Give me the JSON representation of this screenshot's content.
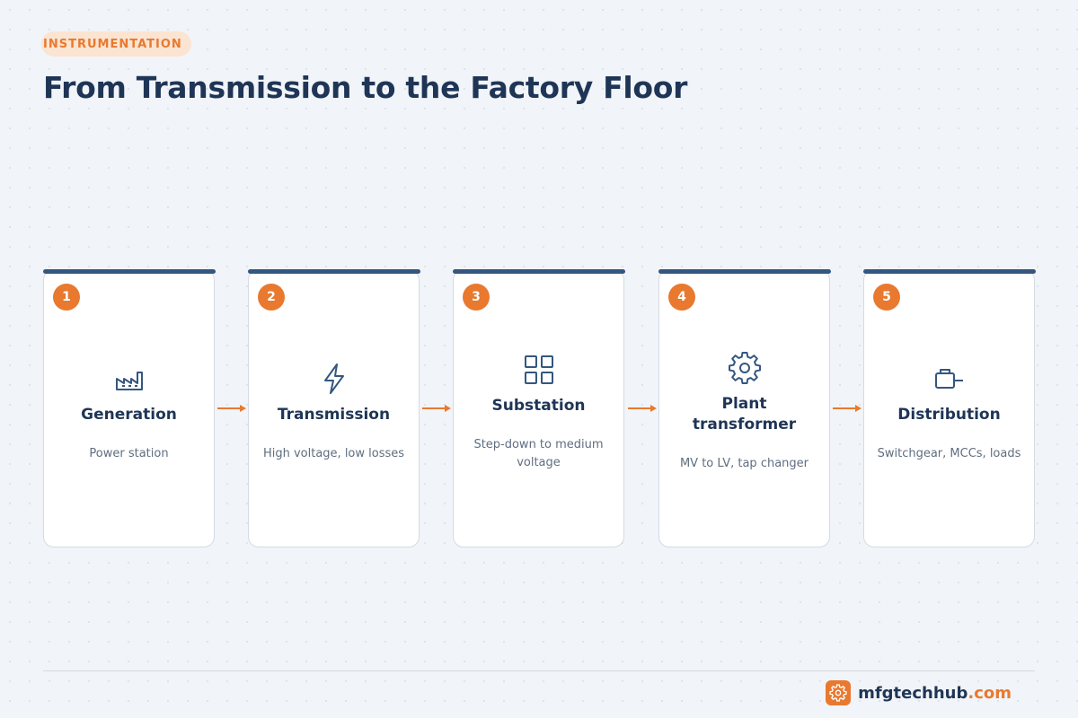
{
  "tag": "INSTRUMENTATION",
  "title": "From Transmission to the Factory Floor",
  "steps": [
    {
      "number": "1",
      "title": "Generation",
      "description": "Power station",
      "icon": "factory-icon"
    },
    {
      "number": "2",
      "title": "Transmission",
      "description": "High voltage, low losses",
      "icon": "lightning-icon"
    },
    {
      "number": "3",
      "title": "Substation",
      "description": "Step-down to medium voltage",
      "icon": "grid-icon"
    },
    {
      "number": "4",
      "title": "Plant transformer",
      "description": "MV to LV, tap changer",
      "icon": "gear-icon"
    },
    {
      "number": "5",
      "title": "Distribution",
      "description": "Switchgear, MCCs, loads",
      "icon": "plug-icon"
    }
  ],
  "brand": {
    "name": "mfgtechhub",
    "tld": ".com",
    "icon": "gear-icon"
  },
  "colors": {
    "accent": "#e8792f",
    "navy": "#1f3556",
    "bar": "#34577f",
    "background": "#f1f4f8"
  }
}
